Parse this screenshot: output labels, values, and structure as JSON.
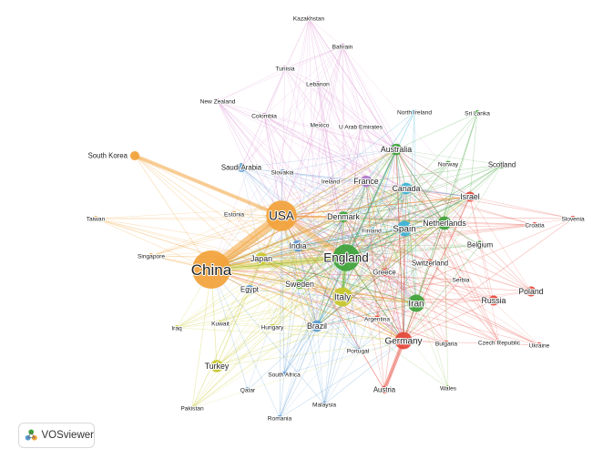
{
  "app": {
    "name": "VOSviewer"
  },
  "colors": {
    "orange": "#f2a23a",
    "green": "#3ea33a",
    "lightgreen": "#7dc24a",
    "olive": "#c8c82a",
    "blue": "#5b9bd5",
    "cyan": "#3ab3d6",
    "red": "#e5483a",
    "purple": "#b07acc",
    "pink": "#d98fd0"
  },
  "nodes": [
    {
      "id": "china",
      "label": "China",
      "cluster": "orange",
      "weight": 10
    },
    {
      "id": "usa",
      "label": "USA",
      "cluster": "orange",
      "weight": 8
    },
    {
      "id": "england",
      "label": "England",
      "cluster": "green",
      "weight": 7
    },
    {
      "id": "italy",
      "label": "Italy",
      "cluster": "olive",
      "weight": 5
    },
    {
      "id": "iran",
      "label": "Iran",
      "cluster": "green",
      "weight": 4.5
    },
    {
      "id": "germany",
      "label": "Germany",
      "cluster": "red",
      "weight": 4.5
    },
    {
      "id": "spain",
      "label": "Spain",
      "cluster": "cyan",
      "weight": 4
    },
    {
      "id": "netherlands",
      "label": "Netherlands",
      "cluster": "green",
      "weight": 3.5
    },
    {
      "id": "japan",
      "label": "Japan",
      "cluster": "olive",
      "weight": 3.2
    },
    {
      "id": "turkey",
      "label": "Turkey",
      "cluster": "olive",
      "weight": 3.2
    },
    {
      "id": "australia",
      "label": "Australia",
      "cluster": "green",
      "weight": 3
    },
    {
      "id": "brazil",
      "label": "Brazil",
      "cluster": "blue",
      "weight": 3
    },
    {
      "id": "canada",
      "label": "Canada",
      "cluster": "cyan",
      "weight": 3
    },
    {
      "id": "india",
      "label": "India",
      "cluster": "blue",
      "weight": 3
    },
    {
      "id": "france",
      "label": "France",
      "cluster": "purple",
      "weight": 3
    },
    {
      "id": "denmark",
      "label": "Denmark",
      "cluster": "green",
      "weight": 2.8
    },
    {
      "id": "israel",
      "label": "Israel",
      "cluster": "red",
      "weight": 2.6
    },
    {
      "id": "sweden",
      "label": "Sweden",
      "cluster": "lightgreen",
      "weight": 2.6
    },
    {
      "id": "poland",
      "label": "Poland",
      "cluster": "red",
      "weight": 2.6
    },
    {
      "id": "russia",
      "label": "Russia",
      "cluster": "red",
      "weight": 2.6
    },
    {
      "id": "egypt",
      "label": "Egypt",
      "cluster": "blue",
      "weight": 2.4
    },
    {
      "id": "southkorea",
      "label": "South Korea",
      "cluster": "orange",
      "weight": 2.4
    },
    {
      "id": "saudiarabia",
      "label": "Saudi Arabia",
      "cluster": "blue",
      "weight": 2.4
    },
    {
      "id": "belgium",
      "label": "Belgium",
      "cluster": "green",
      "weight": 2.2
    },
    {
      "id": "switzerland",
      "label": "Switzerland",
      "cluster": "red",
      "weight": 2
    },
    {
      "id": "greece",
      "label": "Greece",
      "cluster": "red",
      "weight": 2
    },
    {
      "id": "scotland",
      "label": "Scotland",
      "cluster": "green",
      "weight": 2
    },
    {
      "id": "austria",
      "label": "Austria",
      "cluster": "red",
      "weight": 2
    },
    {
      "id": "argentina",
      "label": "Argentina",
      "cluster": "red",
      "weight": 1.6
    },
    {
      "id": "finland",
      "label": "Finland",
      "cluster": "cyan",
      "weight": 1.6
    },
    {
      "id": "norway",
      "label": "Norway",
      "cluster": "green",
      "weight": 1.6
    },
    {
      "id": "ireland",
      "label": "Ireland",
      "cluster": "purple",
      "weight": 1.6
    },
    {
      "id": "estonia",
      "label": "Estonia",
      "cluster": "orange",
      "weight": 1.5
    },
    {
      "id": "slovakia",
      "label": "Slovakia",
      "cluster": "blue",
      "weight": 1.5
    },
    {
      "id": "hungary",
      "label": "Hungary",
      "cluster": "olive",
      "weight": 1.5
    },
    {
      "id": "portugal",
      "label": "Portugal",
      "cluster": "blue",
      "weight": 1.5
    },
    {
      "id": "serbia",
      "label": "Serbia",
      "cluster": "red",
      "weight": 1.5
    },
    {
      "id": "croatia",
      "label": "Croatia",
      "cluster": "red",
      "weight": 1.5
    },
    {
      "id": "slovenia",
      "label": "Slovenia",
      "cluster": "red",
      "weight": 1.5
    },
    {
      "id": "czech",
      "label": "Czech Republic",
      "cluster": "red",
      "weight": 1.5
    },
    {
      "id": "bulgaria",
      "label": "Bulgaria",
      "cluster": "red",
      "weight": 1.5
    },
    {
      "id": "ukraine",
      "label": "Ukraine",
      "cluster": "red",
      "weight": 1.5
    },
    {
      "id": "wales",
      "label": "Wales",
      "cluster": "lightgreen",
      "weight": 1.5
    },
    {
      "id": "southafrica",
      "label": "South Africa",
      "cluster": "blue",
      "weight": 1.5
    },
    {
      "id": "qatar",
      "label": "Qatar",
      "cluster": "blue",
      "weight": 1.5
    },
    {
      "id": "malaysia",
      "label": "Malaysia",
      "cluster": "blue",
      "weight": 1.5
    },
    {
      "id": "romania",
      "label": "Romania",
      "cluster": "blue",
      "weight": 1.5
    },
    {
      "id": "kuwait",
      "label": "Kuwait",
      "cluster": "olive",
      "weight": 1.4
    },
    {
      "id": "iraq",
      "label": "Iraq",
      "cluster": "olive",
      "weight": 1.4
    },
    {
      "id": "pakistan",
      "label": "Pakistan",
      "cluster": "olive",
      "weight": 1.4
    },
    {
      "id": "singapore",
      "label": "Singapore",
      "cluster": "orange",
      "weight": 1.4
    },
    {
      "id": "taiwan",
      "label": "Taiwan",
      "cluster": "orange",
      "weight": 1.4
    },
    {
      "id": "newzealand",
      "label": "New Zealand",
      "cluster": "pink",
      "weight": 1.4
    },
    {
      "id": "colombia",
      "label": "Colombia",
      "cluster": "pink",
      "weight": 1.4
    },
    {
      "id": "mexico",
      "label": "Mexico",
      "cluster": "pink",
      "weight": 1.4
    },
    {
      "id": "uae",
      "label": "U Arab Emirates",
      "cluster": "pink",
      "weight": 1.4
    },
    {
      "id": "lebanon",
      "label": "Lebanon",
      "cluster": "pink",
      "weight": 1.4
    },
    {
      "id": "tunisia",
      "label": "Tunisia",
      "cluster": "pink",
      "weight": 1.5
    },
    {
      "id": "bahrain",
      "label": "Bahrain",
      "cluster": "pink",
      "weight": 1.5
    },
    {
      "id": "kazakhstan",
      "label": "Kazakhstan",
      "cluster": "pink",
      "weight": 1.3
    },
    {
      "id": "northireland",
      "label": "North Ireland",
      "cluster": "cyan",
      "weight": 1.4
    },
    {
      "id": "srilanka",
      "label": "Sri Lanka",
      "cluster": "green",
      "weight": 1.4
    }
  ]
}
